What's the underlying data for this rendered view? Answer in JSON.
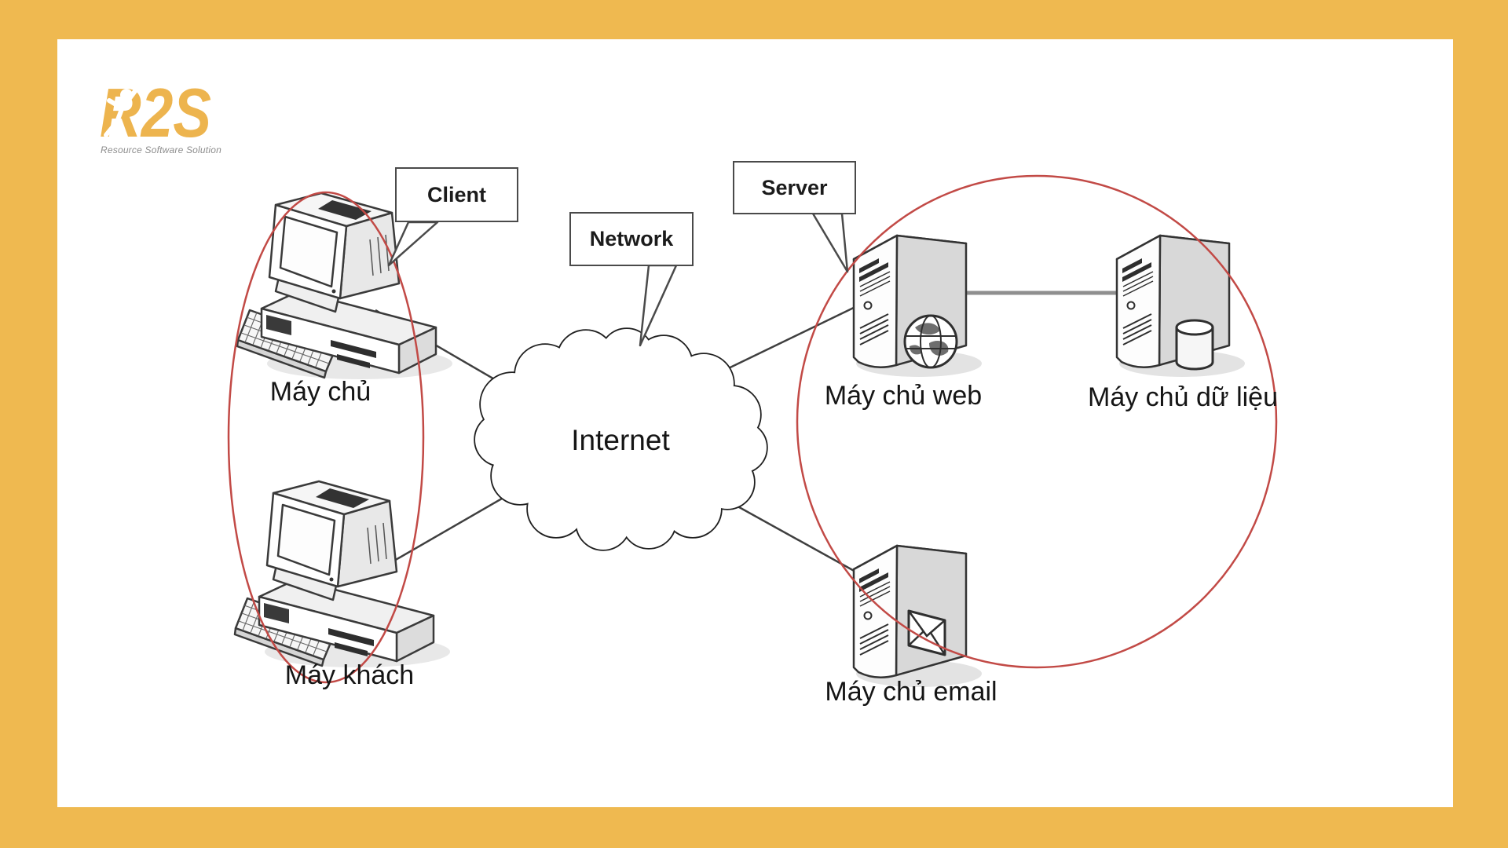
{
  "page": {
    "background": "#efb950",
    "canvas": "#ffffff"
  },
  "logo": {
    "title": "R2S",
    "subtitle": "Resource Software Solution",
    "color": "#edb44e"
  },
  "callouts": {
    "client": {
      "label": "Client"
    },
    "network": {
      "label": "Network"
    },
    "server": {
      "label": "Server"
    }
  },
  "nodes": {
    "top_client": {
      "label": "Máy chủ"
    },
    "bottom_client": {
      "label": "Máy khách"
    },
    "cloud": {
      "label": "Internet"
    },
    "web_server": {
      "label": "Máy chủ web"
    },
    "data_server": {
      "label": "Máy chủ dữ liệu"
    },
    "email_server": {
      "label": "Máy chủ email"
    }
  },
  "colors": {
    "highlight_ellipse": "#c24a46",
    "line": "#3f3f3f",
    "server_link": "#8f8f8f"
  }
}
